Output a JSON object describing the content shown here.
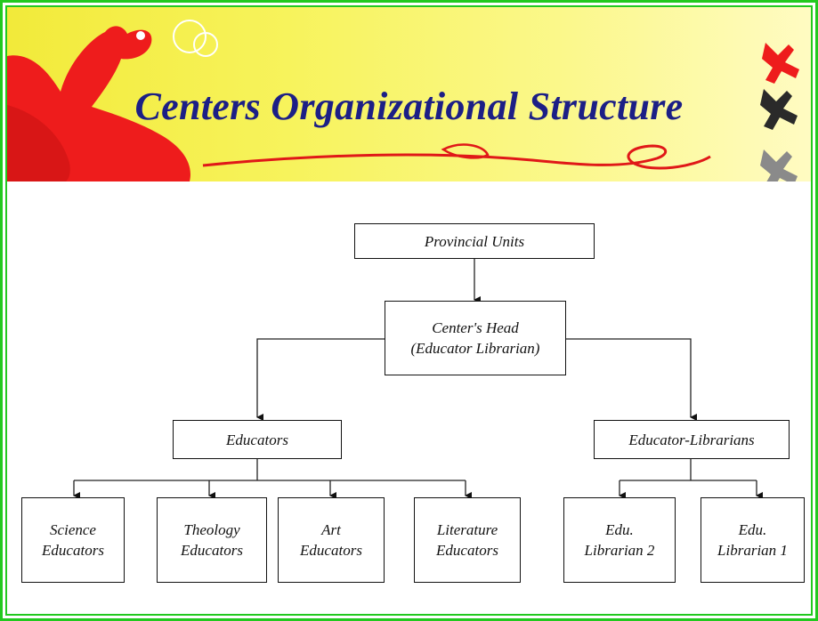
{
  "title": "Centers Organizational Structure",
  "nodes": {
    "provincial_units": "Provincial Units",
    "centers_head": {
      "line1": "Center's Head",
      "line2": "(Educator Librarian)"
    },
    "educators": "Educators",
    "educator_librarians": "Educator-Librarians",
    "science_educators": {
      "line1": "Science",
      "line2": "Educators"
    },
    "theology_educators": {
      "line1": "Theology",
      "line2": "Educators"
    },
    "art_educators": {
      "line1": "Art",
      "line2": "Educators"
    },
    "literature_educators": {
      "line1": "Literature",
      "line2": "Educators"
    },
    "edu_librarian_2": {
      "line1": "Edu.",
      "line2": "Librarian 2"
    },
    "edu_librarian_1": {
      "line1": "Edu.",
      "line2": "Librarian 1"
    }
  },
  "colors": {
    "border": "#22c91f",
    "title": "#1c1f86",
    "banner_yellow": "#f7f35c",
    "decor_red": "#ee1c1c"
  }
}
